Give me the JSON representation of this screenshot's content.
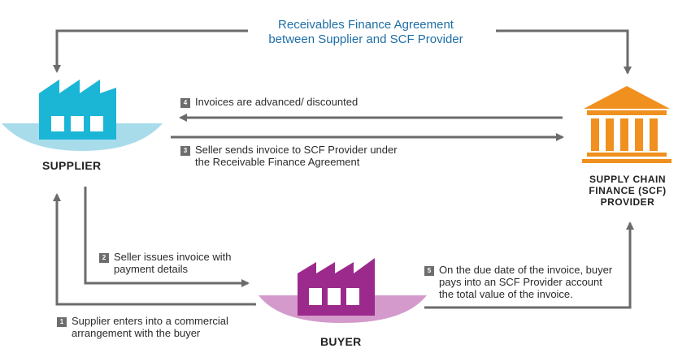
{
  "title": {
    "line1": "Receivables Finance Agreement",
    "line2": "between Supplier and SCF Provider"
  },
  "entities": {
    "supplier": "SUPPLIER",
    "buyer": "BUYER",
    "provider_line1": "SUPPLY CHAIN",
    "provider_line2": "FINANCE (SCF)",
    "provider_line3": "PROVIDER"
  },
  "steps": [
    {
      "number": "1",
      "line1": "Supplier enters into a commercial",
      "line2": "arrangement with the buyer"
    },
    {
      "number": "2",
      "line1": "Seller issues invoice with",
      "line2": "payment details"
    },
    {
      "number": "3",
      "line1": "Seller sends invoice to SCF Provider under",
      "line2": "the Receivable Finance Agreement"
    },
    {
      "number": "4",
      "line1": "Invoices are advanced/ discounted"
    },
    {
      "number": "5",
      "line1": "On the due date of the invoice, buyer",
      "line2": "pays into an SCF Provider account",
      "line3": "the total value of the invoice."
    }
  ],
  "colors": {
    "supplier": "#1bb6d6",
    "supplier_base": "#a9dcea",
    "buyer": "#9c2a8c",
    "buyer_base": "#d39acb",
    "provider": "#f0901f",
    "arrow": "#6b6b6b",
    "title": "#1f6ea6"
  },
  "icons": {
    "supplier": "factory-icon",
    "buyer": "factory-icon",
    "provider": "bank-building-icon"
  }
}
